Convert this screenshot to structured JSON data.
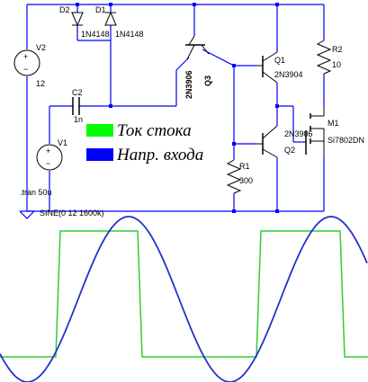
{
  "schematic": {
    "sources": {
      "v2": {
        "name": "V2",
        "value": "12"
      },
      "v1": {
        "name": "V1",
        "value": "SINE(0 12 1600k)"
      },
      "tran": ".tran 50u"
    },
    "components": {
      "d2": {
        "name": "D2",
        "model": "1N4148"
      },
      "d1": {
        "name": "D1",
        "model": "1N4148"
      },
      "c2": {
        "name": "C2",
        "value": "1n"
      },
      "q3": {
        "name": "Q3",
        "model": "2N3906"
      },
      "q1": {
        "name": "Q1",
        "model": "2N3904"
      },
      "q2": {
        "name": "Q2",
        "model": "2N3906"
      },
      "r2": {
        "name": "R2",
        "value": "10"
      },
      "r1": {
        "name": "R1",
        "value": "300"
      },
      "m1": {
        "name": "M1",
        "model": "Si7802DN"
      }
    },
    "legend": [
      {
        "label": "Ток стока",
        "color": "#00ff00"
      },
      {
        "label": "Напр. входа",
        "color": "#0000ff"
      }
    ]
  },
  "waveforms": {
    "series": [
      {
        "name": "Ток стока",
        "color": "#33cc33",
        "shape": "square"
      },
      {
        "name": "Напр. входа",
        "color": "#2233cc",
        "shape": "sine"
      }
    ],
    "cycles_shown": 2
  }
}
